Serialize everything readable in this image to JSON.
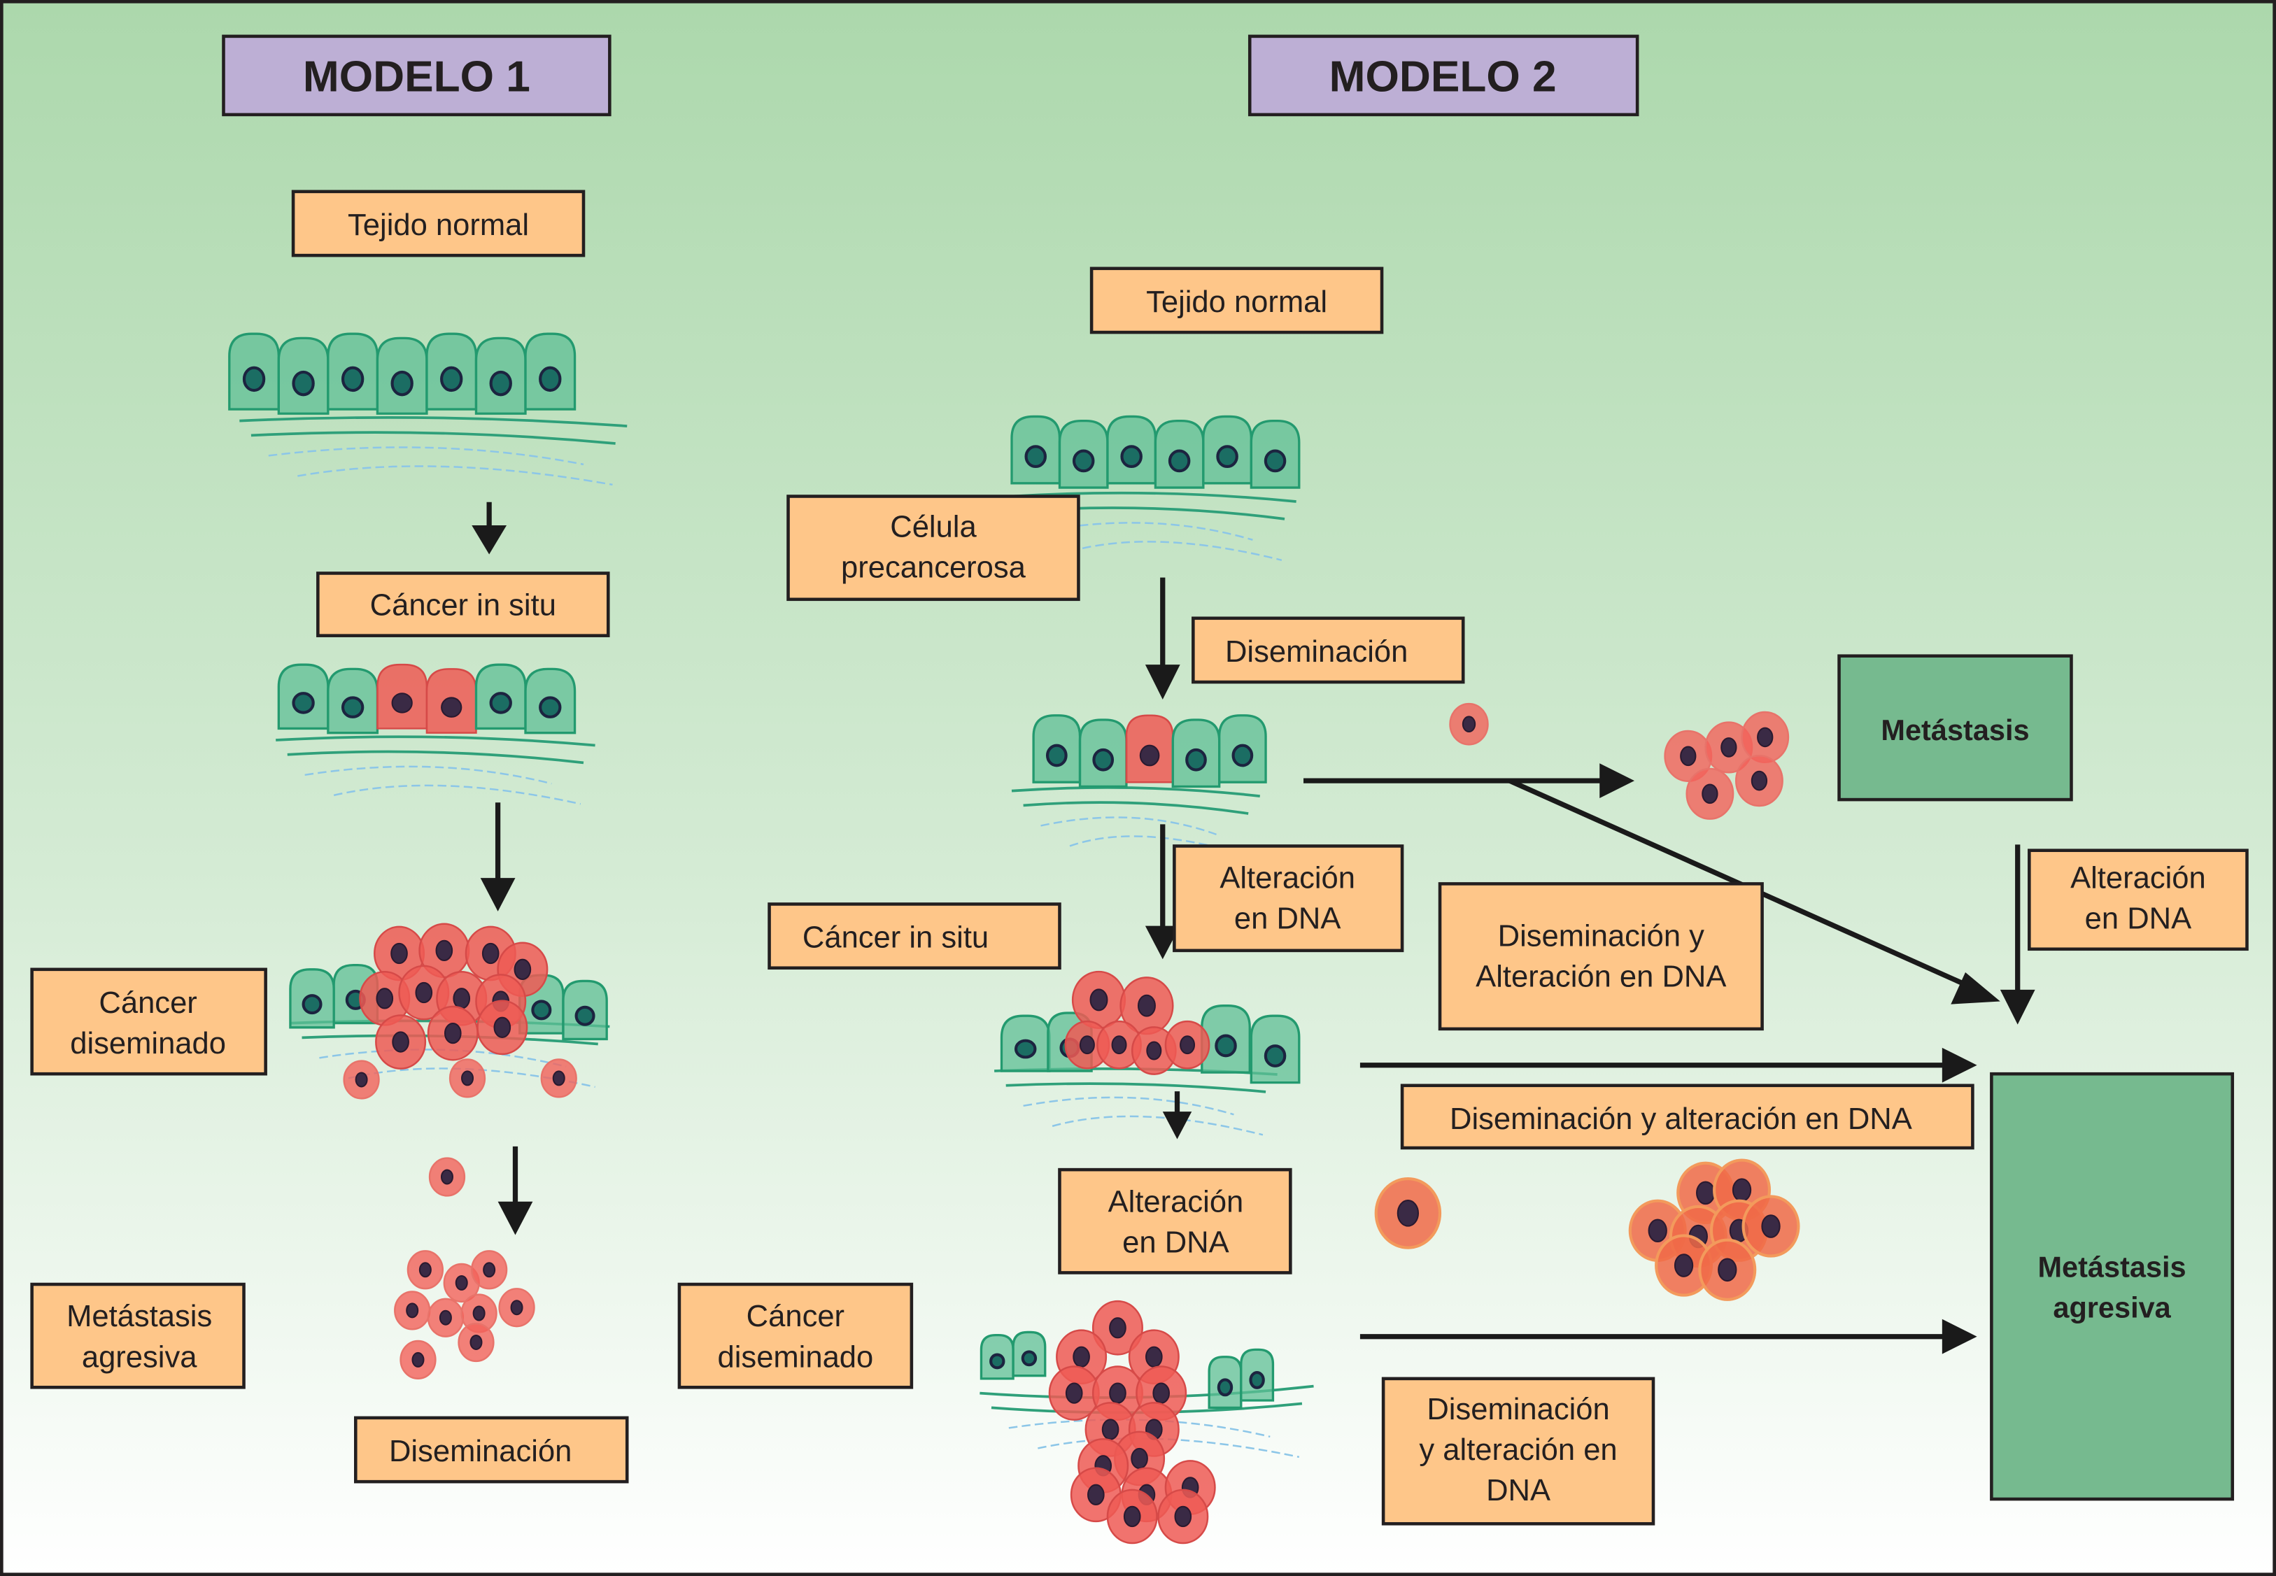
{
  "diagram": {
    "model1": {
      "title": "MODELO 1",
      "labels": {
        "normal_tissue": "Tejido normal",
        "in_situ": "Cáncer in situ",
        "disseminated": [
          "Cáncer",
          "diseminado"
        ],
        "aggressive_metastasis": [
          "Metástasis",
          "agresiva"
        ],
        "dissemination": "Diseminación",
        "disseminated_right": [
          "Cáncer",
          "diseminado"
        ]
      }
    },
    "model2": {
      "title": "MODELO 2",
      "labels": {
        "normal_tissue": "Tejido normal",
        "precancerous": [
          "Célula",
          "precancerosa"
        ],
        "dissemination": "Diseminación",
        "dna_alteration_1": [
          "Alteración",
          "en DNA"
        ],
        "in_situ": "Cáncer in situ",
        "dissemination_dna_box": [
          "Diseminación y",
          "Alteración en DNA"
        ],
        "dna_alteration_right": [
          "Alteración",
          "en DNA"
        ],
        "dissemination_dna_wide": "Diseminación y alteración en DNA",
        "dna_alteration_2": [
          "Alteración",
          "en DNA"
        ],
        "dissemination_dna_bottom": [
          "Diseminación",
          "y alteración en",
          "DNA"
        ],
        "metastasis": "Metástasis",
        "aggressive_metastasis": [
          "Metástasis",
          "agresiva"
        ]
      }
    },
    "colors": {
      "background_top": "#acd8ac",
      "background_bottom": "#ffffff",
      "title_box": "#bdafd5",
      "label_box": "#fec689",
      "metastasis_box": "#76ba8f",
      "normal_cell": "#5fbf96",
      "cancer_cell": "#ef5a55"
    }
  }
}
